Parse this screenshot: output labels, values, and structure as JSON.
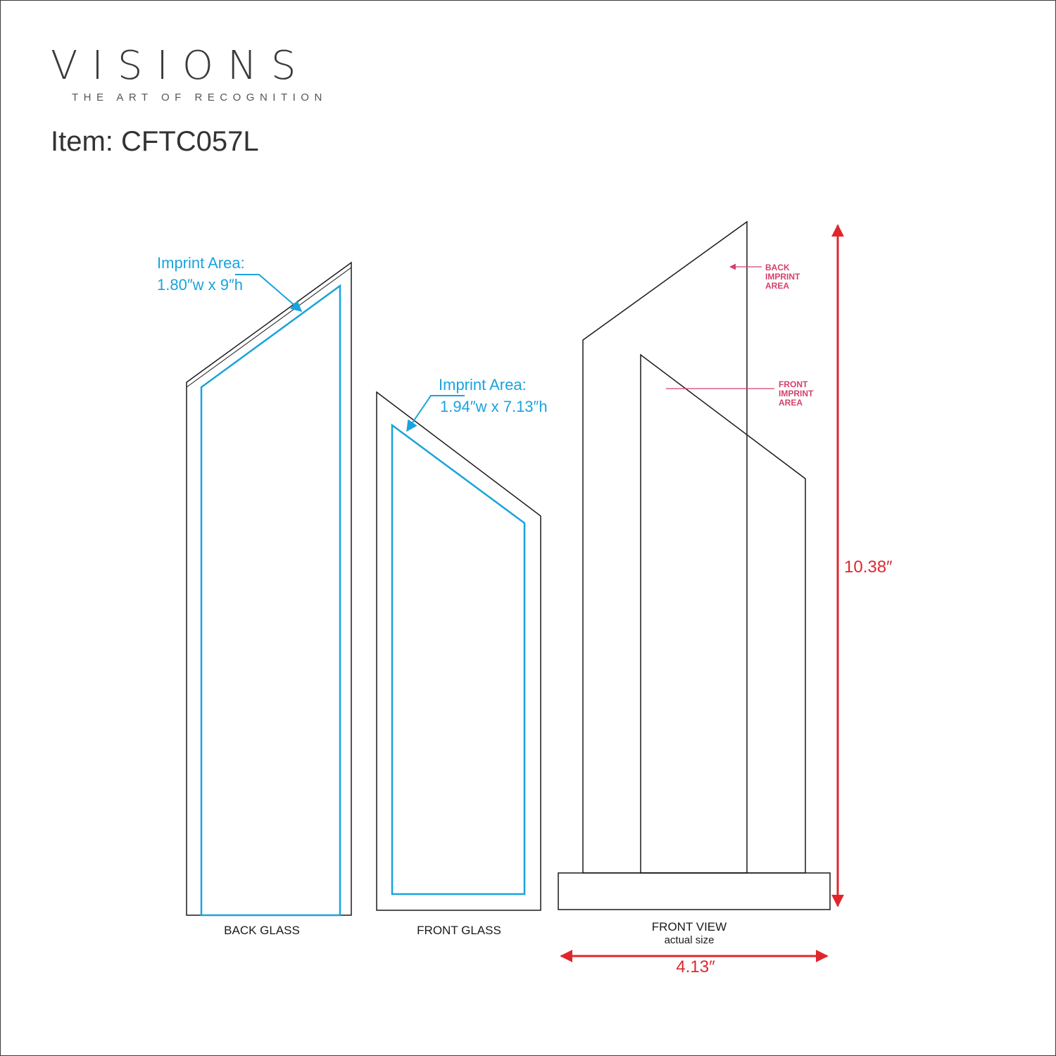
{
  "brand": {
    "name": "VISIONS",
    "tagline": "THE ART OF RECOGNITION"
  },
  "item": {
    "label": "Item: CFTC057L"
  },
  "back_glass": {
    "label": "BACK GLASS",
    "imprint_title": "Imprint Area:",
    "imprint_size": "1.80″w x 9″h"
  },
  "front_glass": {
    "label": "FRONT GLASS",
    "imprint_title": "Imprint Area:",
    "imprint_size": "1.94″w x 7.13″h"
  },
  "front_view": {
    "label": "FRONT VIEW",
    "sublabel": "actual size",
    "back_imprint_callout": [
      "BACK",
      "IMPRINT",
      "AREA"
    ],
    "front_imprint_callout": [
      "FRONT",
      "IMPRINT",
      "AREA"
    ],
    "height_dimension": "10.38″",
    "width_dimension": "4.13″"
  },
  "colors": {
    "outline": "#1a1a1a",
    "imprint": "#1aa3dc",
    "dimension": "#e0262c",
    "callout": "#d4406b",
    "text": "#333333"
  }
}
